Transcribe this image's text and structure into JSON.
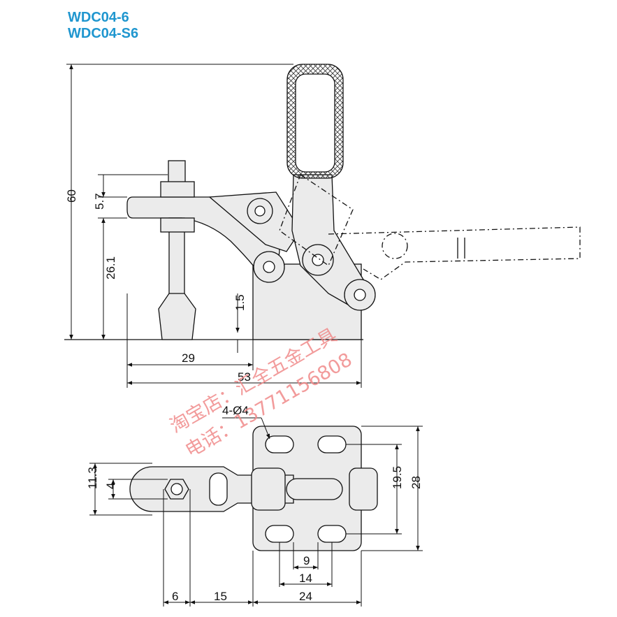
{
  "titles": {
    "line1": "WDC04-6",
    "line2": "WDC04-S6"
  },
  "dims": {
    "d60": "60",
    "d57": "5.7",
    "d261": "26.1",
    "d15": "1.5",
    "d29": "29",
    "d53": "53",
    "holes": "4-Ø4",
    "d113": "11.3",
    "d4": "4",
    "d195": "19.5",
    "d28": "28",
    "d9": "9",
    "d14": "14",
    "d24": "24",
    "d6": "6",
    "d15b": "15"
  },
  "watermark": {
    "shop": "淘宝店：汇全五金工具",
    "phone": "电话：13771156808"
  },
  "colors": {
    "title": "#1f96cf",
    "part": "#ebebeb",
    "watermark": "#f08a8a"
  }
}
